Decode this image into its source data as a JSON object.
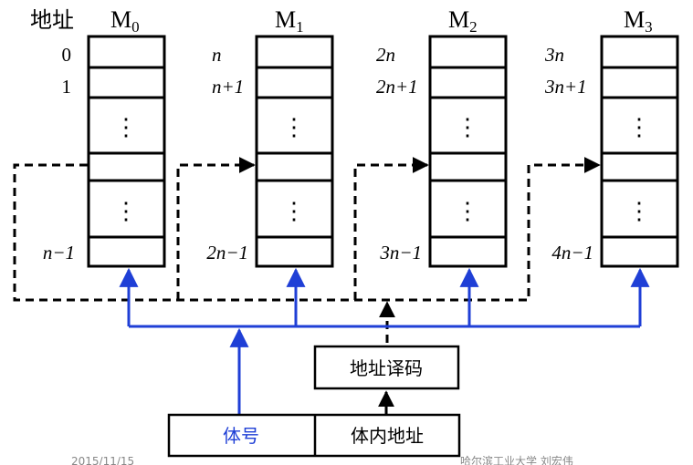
{
  "address_heading": "地址",
  "modules": [
    {
      "name": "M",
      "sub": "0",
      "row0": "0",
      "row1": "1",
      "last": "n−1"
    },
    {
      "name": "M",
      "sub": "1",
      "row0": "n",
      "row1": "n+1",
      "last": "2n−1"
    },
    {
      "name": "M",
      "sub": "2",
      "row0": "2n",
      "row1": "2n+1",
      "last": "3n−1"
    },
    {
      "name": "M",
      "sub": "3",
      "row0": "3n",
      "row1": "3n+1",
      "last": "4n−1"
    }
  ],
  "ellipsis": "⋮",
  "decoder_label": "地址译码",
  "register": {
    "bank_field": "体号",
    "offset_field": "体内地址"
  },
  "footer": {
    "date": "2015/11/15",
    "credit": "哈尔滨工业大学 刘宏伟"
  },
  "colors": {
    "bank_bus": "#1f3fd6",
    "line": "#000000",
    "bank_text": "#1f3fd6"
  }
}
